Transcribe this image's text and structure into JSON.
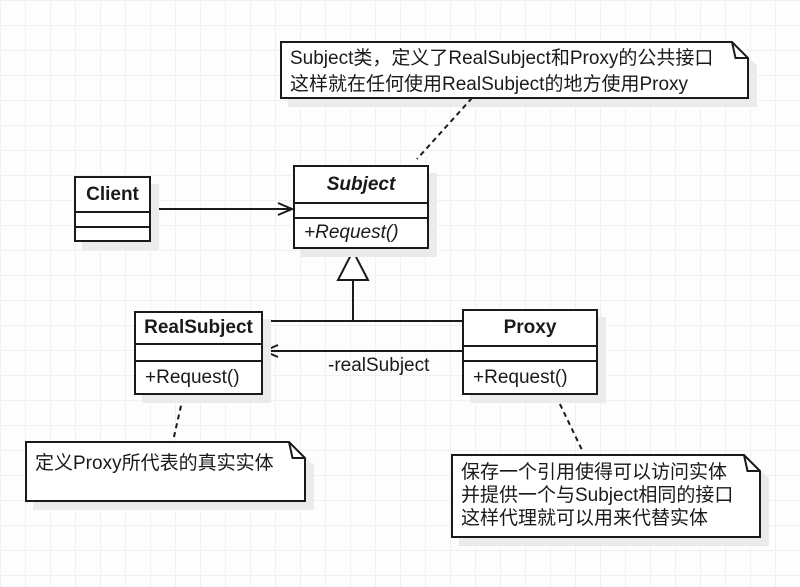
{
  "colors": {
    "stroke": "#1a1a1a",
    "fill": "#ffffff",
    "shadow": "#ebebeb",
    "grid": "#f1eff2",
    "background": "#fdfdfd"
  },
  "classes": {
    "client": {
      "name": "Client"
    },
    "subject": {
      "name": "Subject",
      "method": "+Request()"
    },
    "realsubject": {
      "name": "RealSubject",
      "method": "+Request()"
    },
    "proxy": {
      "name": "Proxy",
      "method": "+Request()"
    }
  },
  "association_label": "-realSubject",
  "notes": {
    "top": {
      "line1": "Subject类，定义了RealSubject和Proxy的公共接口",
      "line2": "这样就在任何使用RealSubject的地方使用Proxy"
    },
    "left": {
      "line1": "定义Proxy所代表的真实实体"
    },
    "right": {
      "line1": "保存一个引用使得可以访问实体",
      "line2": "并提供一个与Subject相同的接口",
      "line3": "这样代理就可以用来代替实体"
    }
  }
}
